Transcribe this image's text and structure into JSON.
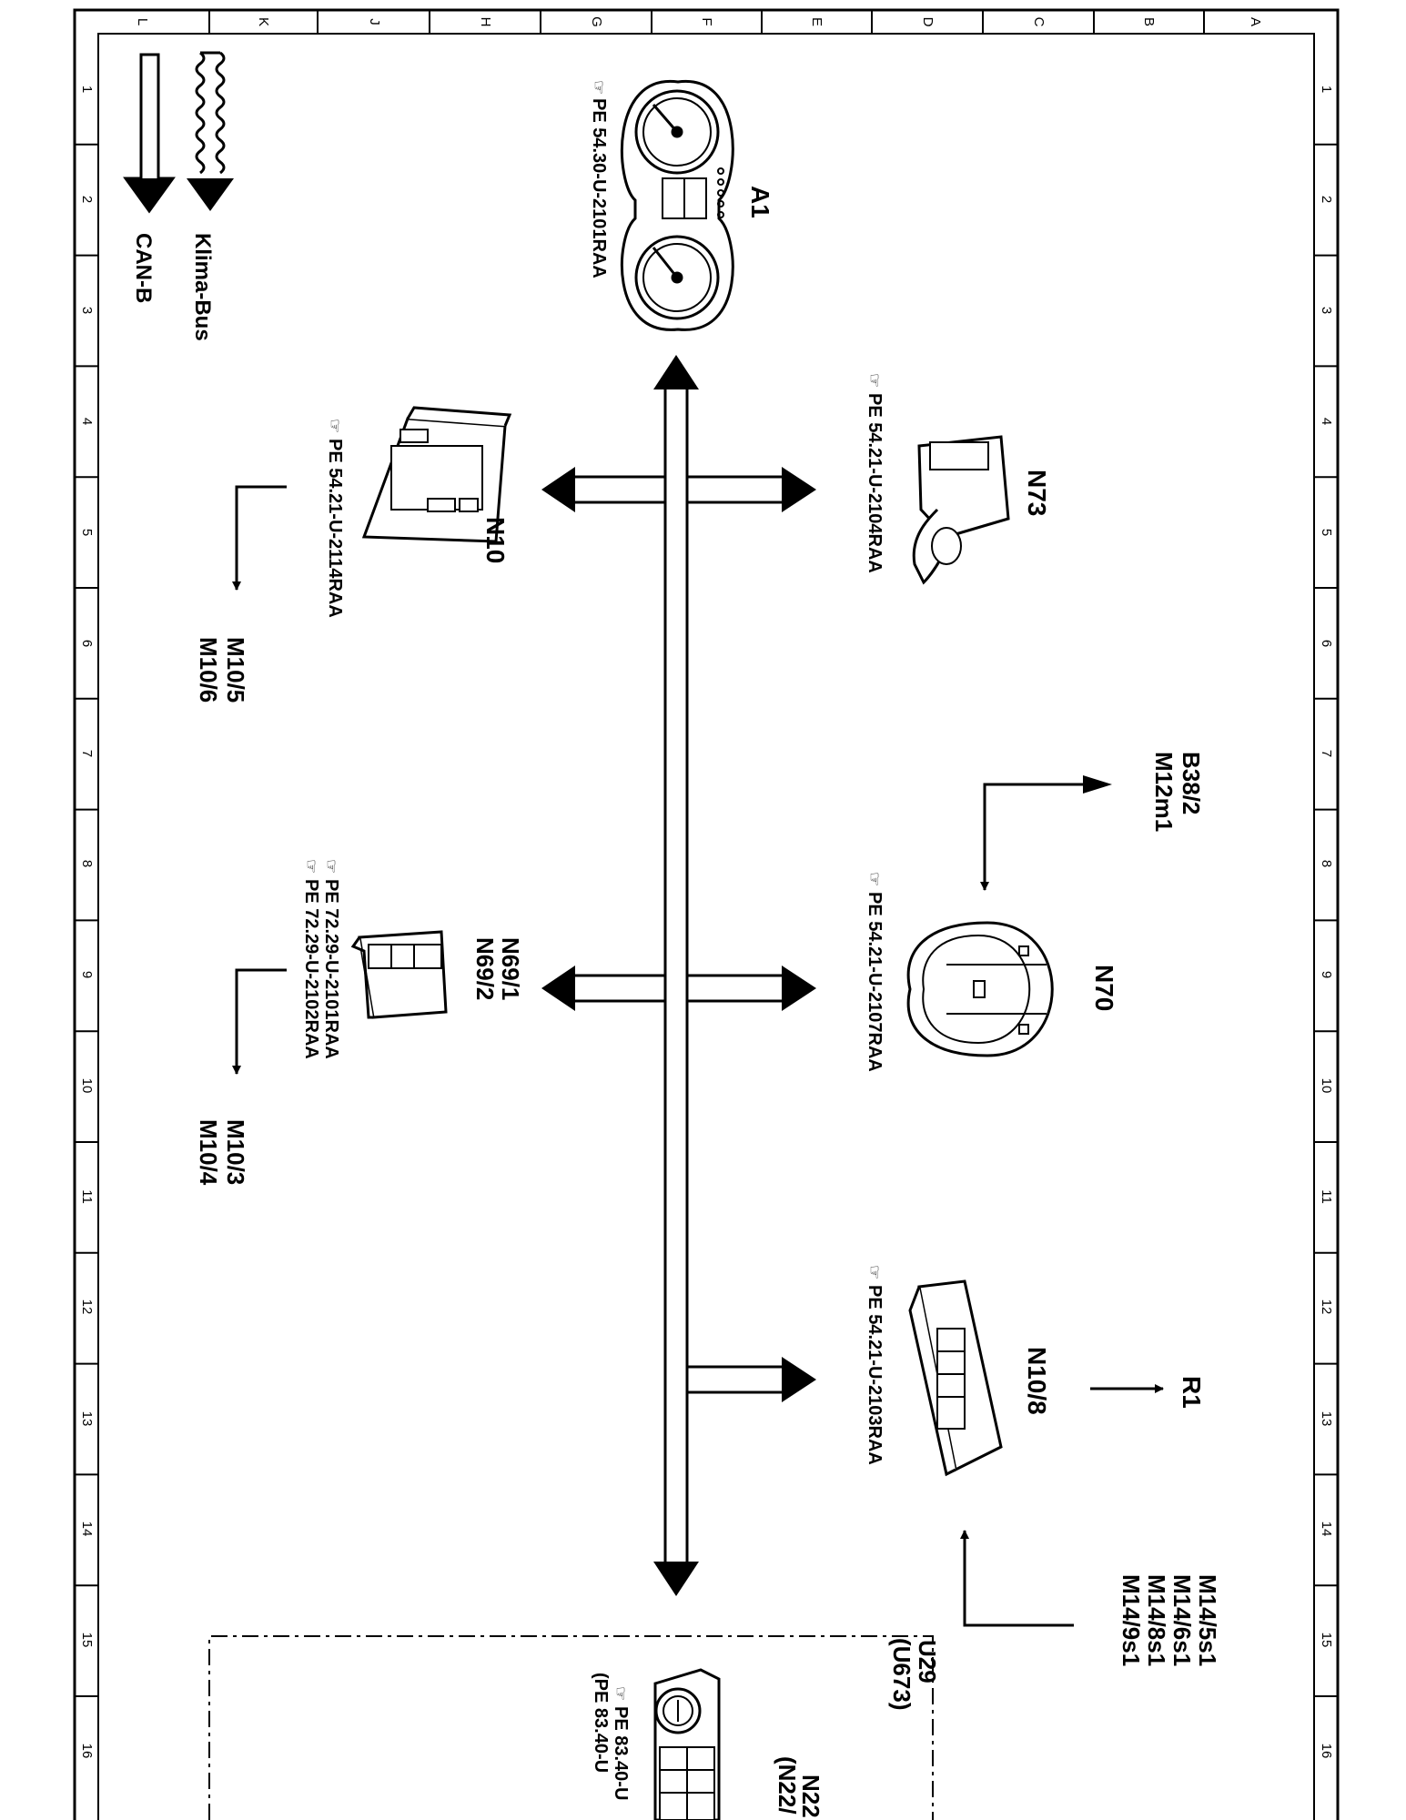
{
  "border": {
    "columns": [
      "L",
      "K",
      "J",
      "H",
      "G",
      "F",
      "E",
      "D",
      "C",
      "B",
      "A"
    ],
    "rows": [
      "1",
      "2",
      "3",
      "4",
      "5",
      "6",
      "7",
      "8",
      "9",
      "10",
      "11",
      "12",
      "13",
      "14",
      "15",
      "16"
    ]
  },
  "legend": {
    "klima_bus": "Klima-Bus",
    "can_b": "CAN-B"
  },
  "components": {
    "a1": {
      "id": "A1",
      "ref": "PE  54.30-U-2101RAA"
    },
    "n73": {
      "id": "N73",
      "ref": "PE  54.21-U-2104RAA"
    },
    "n10": {
      "id": "N10",
      "ref": "PE  54.21-U-2114RAA"
    },
    "n10_out": {
      "line1": "M10/5",
      "line2": "M10/6"
    },
    "n70": {
      "id": "N70",
      "ref": "PE  54.21-U-2107RAA"
    },
    "n70_in": {
      "line1": "B38/2",
      "line2": "M12m1"
    },
    "n69": {
      "line1": "N69/1",
      "line2": "N69/2",
      "ref1": "PE  72.29-U-2101RAA",
      "ref2": "PE  72.29-U-2102RAA"
    },
    "n69_out": {
      "line1": "M10/3",
      "line2": "M10/4"
    },
    "n10_8": {
      "id": "N10/8",
      "ref": "PE  54.21-U-2103RAA",
      "out": "R1"
    },
    "m14": {
      "line1": "M14/5s1",
      "line2": "M14/6s1",
      "line3": "M14/8s1",
      "line4": "M14/9s1"
    },
    "u29": {
      "line1": "U29",
      "line2": "(U673)"
    },
    "n22": {
      "line1": "N22",
      "line2": "(N22/",
      "ref1": "PE  83.40-U",
      "ref2": "(PE  83.40-U"
    }
  }
}
